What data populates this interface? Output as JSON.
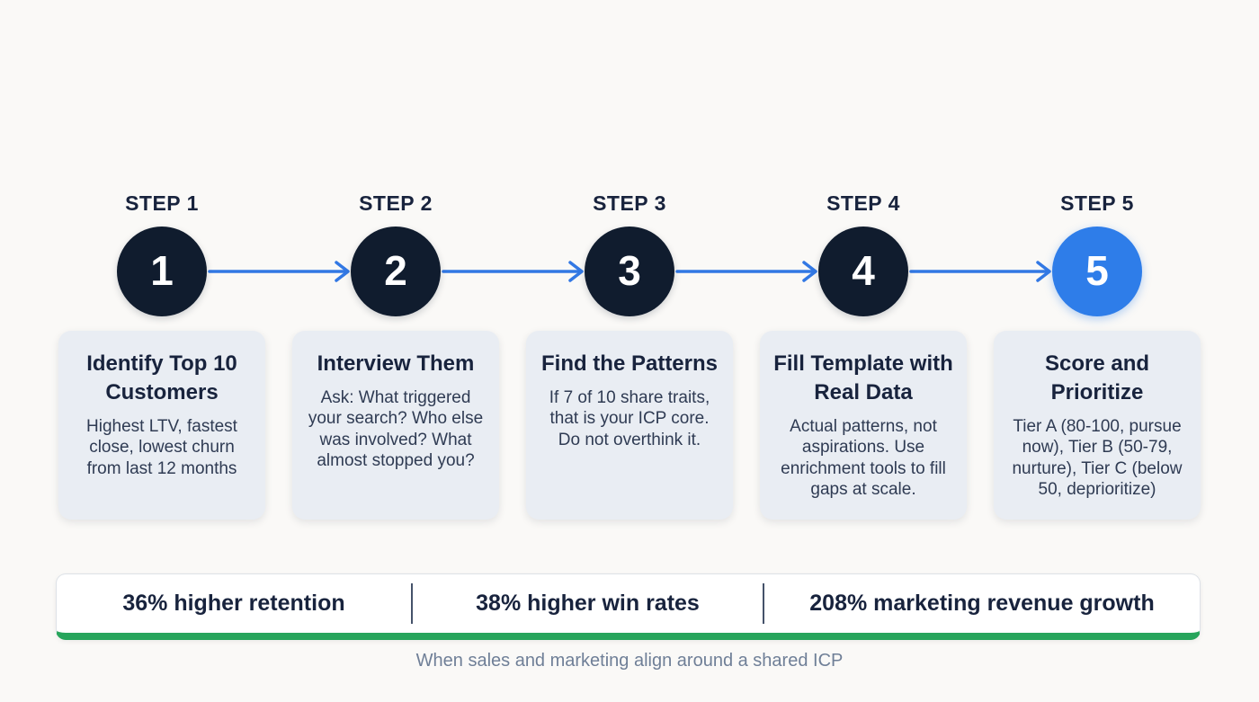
{
  "theme": {
    "background": "#FAF9F7",
    "circle_dark": "#101C2E",
    "circle_accent": "#2E7DE9",
    "arrow_blue": "#3278E4",
    "card_bg": "#E9EDF3",
    "title_color": "#18233D",
    "body_color": "#2F3B53",
    "stats_green": "#27A55C",
    "caption_color": "#6F7F97"
  },
  "steps": [
    {
      "label": "STEP 1",
      "number": "1",
      "title": "Identify Top 10 Customers",
      "description": "Highest LTV, fastest close, lowest churn from last 12 months"
    },
    {
      "label": "STEP 2",
      "number": "2",
      "title": "Interview Them",
      "description": "Ask: What triggered your search? Who else was involved? What almost stopped you?"
    },
    {
      "label": "STEP 3",
      "number": "3",
      "title": "Find the Patterns",
      "description": "If 7 of 10 share traits, that is your ICP core. Do not overthink it."
    },
    {
      "label": "STEP 4",
      "number": "4",
      "title": "Fill Template with Real Data",
      "description": "Actual patterns, not aspirations. Use enrichment tools to fill gaps at scale."
    },
    {
      "label": "STEP 5",
      "number": "5",
      "title": "Score and Prioritize",
      "description": "Tier A (80-100, pursue now), Tier B (50-79, nurture), Tier C (below 50, deprioritize)"
    }
  ],
  "stats": [
    {
      "text": "36% higher retention"
    },
    {
      "text": "38% higher win rates"
    },
    {
      "text": "208% marketing revenue growth"
    }
  ],
  "caption": "When sales and marketing align around a shared ICP"
}
